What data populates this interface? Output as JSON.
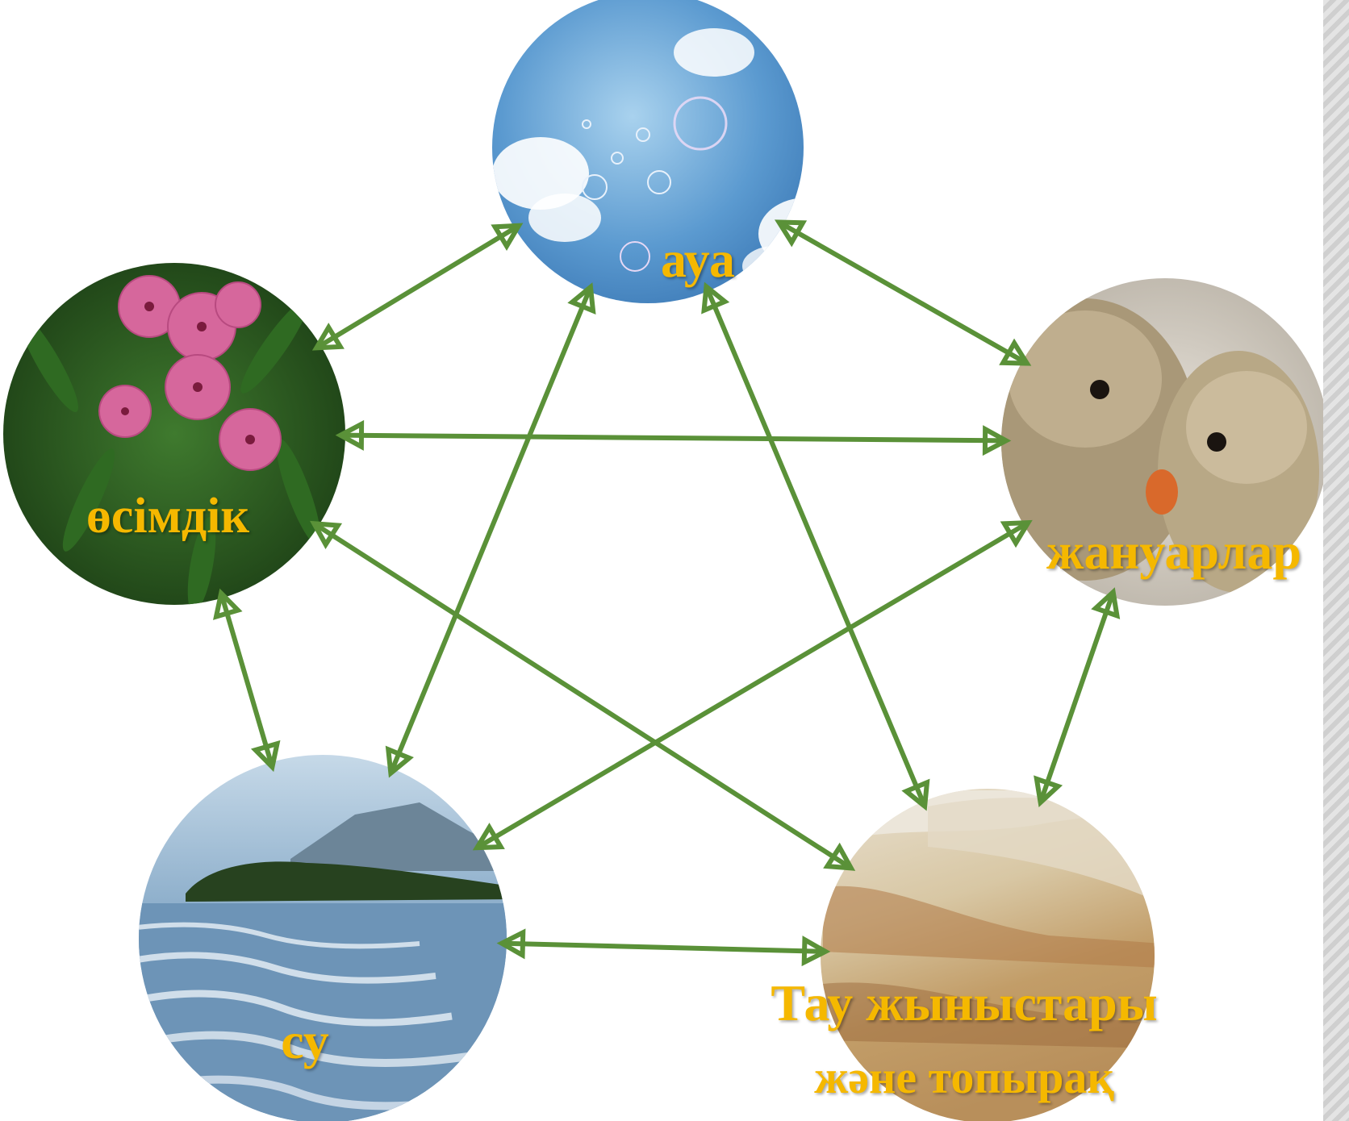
{
  "colors": {
    "arrow": "#5a9138",
    "label": "#f5b800",
    "side_strip": "#d8d8d8"
  },
  "nodes": [
    {
      "id": "air",
      "label": "ауа",
      "image": "sky-with-soap-bubbles"
    },
    {
      "id": "animals",
      "label": "жануарлар",
      "image": "prairie-dogs"
    },
    {
      "id": "rocks",
      "label_lines": [
        "Тау жыныстары",
        "және топырақ"
      ],
      "image": "sandy-soil-cliff"
    },
    {
      "id": "water",
      "label": "су",
      "image": "lake-with-island"
    },
    {
      "id": "plants",
      "label": "өсімдік",
      "image": "pink-flowers"
    }
  ],
  "connections": [
    [
      "plants",
      "air"
    ],
    [
      "air",
      "animals"
    ],
    [
      "plants",
      "animals"
    ],
    [
      "water",
      "air"
    ],
    [
      "air",
      "rocks"
    ],
    [
      "plants",
      "water"
    ],
    [
      "plants",
      "rocks"
    ],
    [
      "animals",
      "water"
    ],
    [
      "animals",
      "rocks"
    ],
    [
      "water",
      "rocks"
    ]
  ]
}
